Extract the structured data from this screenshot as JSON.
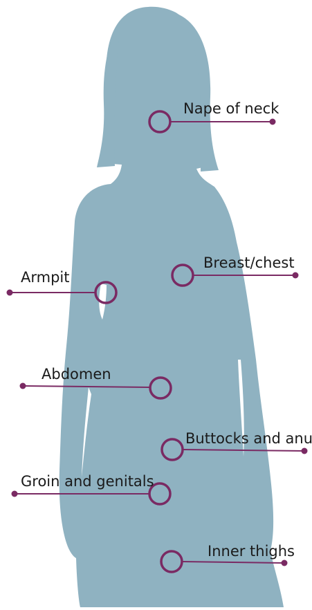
{
  "colors": {
    "body": "#8FB2C1",
    "marker": "#7A2A63",
    "label_text": "#1a1a1a",
    "background": "#ffffff"
  },
  "labels": [
    {
      "id": "nape",
      "text": "Nape of neck"
    },
    {
      "id": "breast",
      "text": "Breast/chest"
    },
    {
      "id": "armpit",
      "text": "Armpit"
    },
    {
      "id": "abdomen",
      "text": "Abdomen"
    },
    {
      "id": "buttocks",
      "text": "Buttocks and anus"
    },
    {
      "id": "groin",
      "text": "Groin and genitals"
    },
    {
      "id": "thighs",
      "text": "Inner thighs"
    }
  ]
}
